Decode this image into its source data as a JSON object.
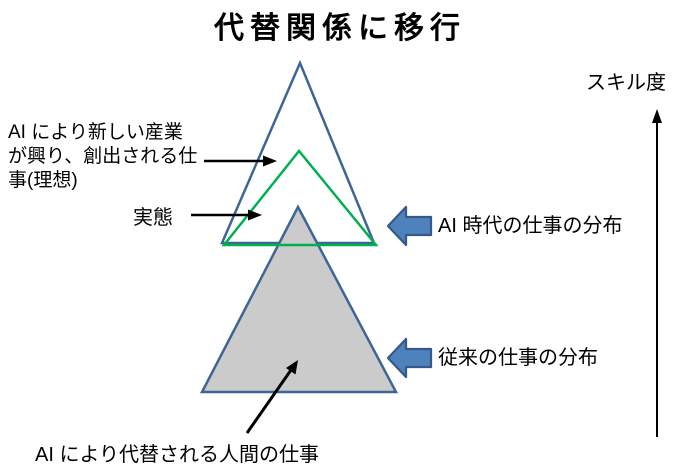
{
  "title": "代替関係に移行",
  "skill_axis": {
    "label": "スキル度",
    "direction": "up"
  },
  "annotations": {
    "ideal_jobs": "AI により新しい産業\nが興り、創出される仕\n事(理想)",
    "reality": "実態",
    "ai_era_distribution": "AI 時代の仕事の分布",
    "traditional_distribution": "従来の仕事の分布",
    "replaced_jobs": "AI により代替される人間の仕事"
  },
  "colors": {
    "background": "#FFFFFF",
    "outer_triangle_stroke": "#3D6596",
    "inner_triangle_stroke": "#00B050",
    "lower_triangle_fill": "#CBCBCB",
    "lower_triangle_stroke": "#3D6596",
    "block_arrow_fill": "#4F81BD",
    "block_arrow_stroke": "#36598C",
    "pointer_arrow_color": "#000000",
    "text_color": "#000000"
  }
}
